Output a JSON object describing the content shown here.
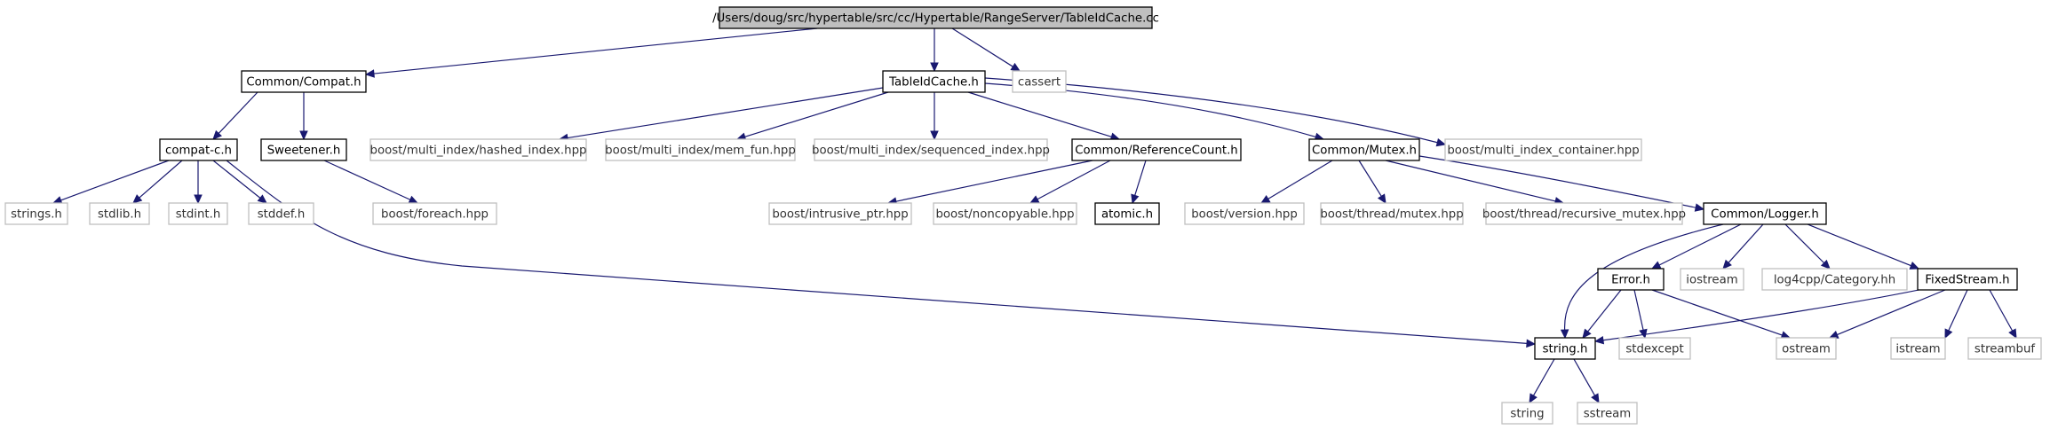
{
  "diagram": {
    "nodes": {
      "root": "/Users/doug/src/hypertable/src/cc/Hypertable/RangeServer/TableIdCache.cc",
      "compat_h": "Common/Compat.h",
      "tableidcache_h": "TableIdCache.h",
      "cassert": "cassert",
      "compat_c_h": "compat-c.h",
      "sweetener_h": "Sweetener.h",
      "hashed_index": "boost/multi_index/hashed_index.hpp",
      "mem_fun": "boost/multi_index/mem_fun.hpp",
      "sequenced_index": "boost/multi_index/sequenced_index.hpp",
      "referencecount_h": "Common/ReferenceCount.h",
      "mutex_h": "Common/Mutex.h",
      "multi_index_container": "boost/multi_index_container.hpp",
      "strings_h": "strings.h",
      "stdlib_h": "stdlib.h",
      "stdint_h": "stdint.h",
      "stddef_h": "stddef.h",
      "foreach_hpp": "boost/foreach.hpp",
      "intrusive_ptr": "boost/intrusive_ptr.hpp",
      "noncopyable": "boost/noncopyable.hpp",
      "atomic_h": "atomic.h",
      "version_hpp": "boost/version.hpp",
      "thread_mutex": "boost/thread/mutex.hpp",
      "recursive_mutex": "boost/thread/recursive_mutex.hpp",
      "logger_h": "Common/Logger.h",
      "error_h": "Error.h",
      "iostream": "iostream",
      "log4cpp_category": "log4cpp/Category.hh",
      "fixedstream_h": "FixedStream.h",
      "string_h": "string.h",
      "stdexcept": "stdexcept",
      "ostream": "ostream",
      "istream": "istream",
      "streambuf": "streambuf",
      "string": "string",
      "sstream": "sstream"
    },
    "edges": [
      [
        "root",
        "compat_h"
      ],
      [
        "root",
        "tableidcache_h"
      ],
      [
        "root",
        "cassert"
      ],
      [
        "compat_h",
        "compat_c_h"
      ],
      [
        "compat_h",
        "sweetener_h"
      ],
      [
        "compat_c_h",
        "strings_h"
      ],
      [
        "compat_c_h",
        "stdlib_h"
      ],
      [
        "compat_c_h",
        "stdint_h"
      ],
      [
        "compat_c_h",
        "stddef_h"
      ],
      [
        "compat_c_h",
        "string_h"
      ],
      [
        "sweetener_h",
        "foreach_hpp"
      ],
      [
        "tableidcache_h",
        "hashed_index"
      ],
      [
        "tableidcache_h",
        "mem_fun"
      ],
      [
        "tableidcache_h",
        "sequenced_index"
      ],
      [
        "tableidcache_h",
        "referencecount_h"
      ],
      [
        "tableidcache_h",
        "mutex_h"
      ],
      [
        "tableidcache_h",
        "multi_index_container"
      ],
      [
        "referencecount_h",
        "intrusive_ptr"
      ],
      [
        "referencecount_h",
        "noncopyable"
      ],
      [
        "referencecount_h",
        "atomic_h"
      ],
      [
        "mutex_h",
        "version_hpp"
      ],
      [
        "mutex_h",
        "thread_mutex"
      ],
      [
        "mutex_h",
        "recursive_mutex"
      ],
      [
        "mutex_h",
        "logger_h"
      ],
      [
        "logger_h",
        "string_h"
      ],
      [
        "logger_h",
        "error_h"
      ],
      [
        "logger_h",
        "iostream"
      ],
      [
        "logger_h",
        "log4cpp_category"
      ],
      [
        "logger_h",
        "fixedstream_h"
      ],
      [
        "error_h",
        "string_h"
      ],
      [
        "error_h",
        "stdexcept"
      ],
      [
        "error_h",
        "ostream"
      ],
      [
        "fixedstream_h",
        "string_h"
      ],
      [
        "fixedstream_h",
        "ostream"
      ],
      [
        "fixedstream_h",
        "istream"
      ],
      [
        "fixedstream_h",
        "streambuf"
      ],
      [
        "string_h",
        "string"
      ],
      [
        "string_h",
        "sstream"
      ]
    ]
  }
}
